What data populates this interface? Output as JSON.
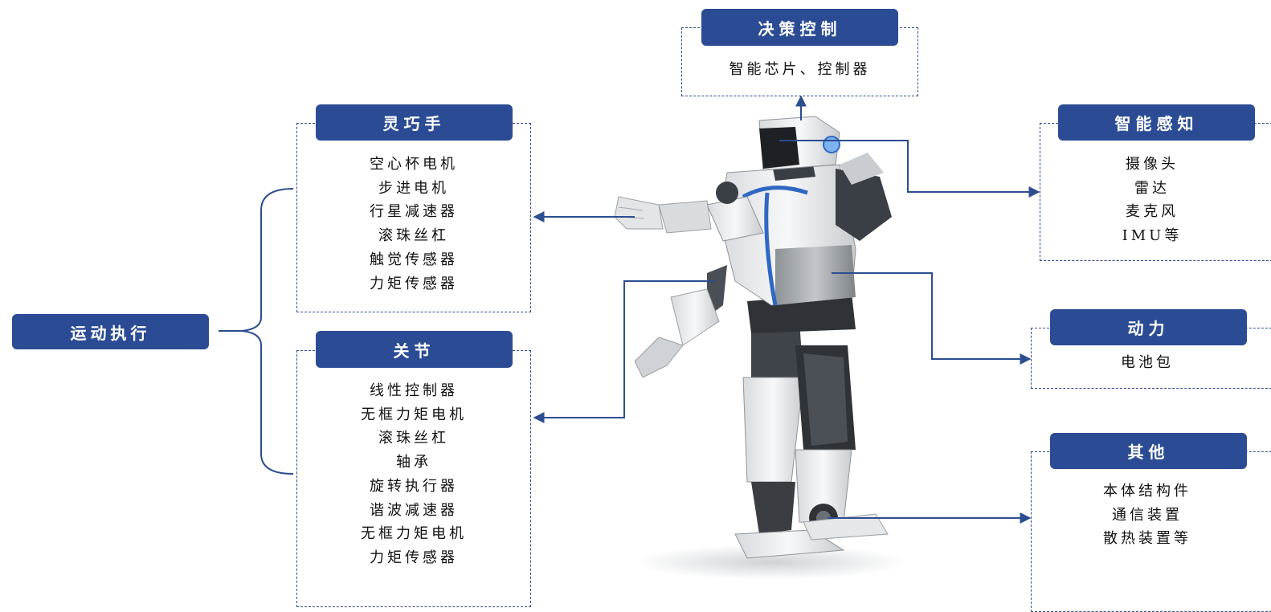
{
  "colors": {
    "accent": "#2b4c95",
    "line": "#2c4d8f",
    "text": "#111111"
  },
  "motion": {
    "label": "运动执行"
  },
  "decision": {
    "title": "决策控制",
    "items": [
      "智能芯片、控制器"
    ]
  },
  "hand": {
    "title": "灵巧手",
    "items": [
      "空心杯电机",
      "步进电机",
      "行星减速器",
      "滚珠丝杠",
      "触觉传感器",
      "力矩传感器"
    ]
  },
  "joint": {
    "title": "关节",
    "items": [
      "线性控制器",
      "无框力矩电机",
      "滚珠丝杠",
      "轴承",
      "旋转执行器",
      "谐波减速器",
      "无框力矩电机",
      "力矩传感器"
    ]
  },
  "perception": {
    "title": "智能感知",
    "items": [
      "摄像头",
      "雷达",
      "麦克风",
      "IMU等"
    ]
  },
  "power": {
    "title": "动力",
    "items": [
      "电池包"
    ]
  },
  "other": {
    "title": "其他",
    "items": [
      "本体结构件",
      "通信装置",
      "散热装置等"
    ]
  },
  "robot": {
    "icon": "humanoid-robot-illustration"
  }
}
